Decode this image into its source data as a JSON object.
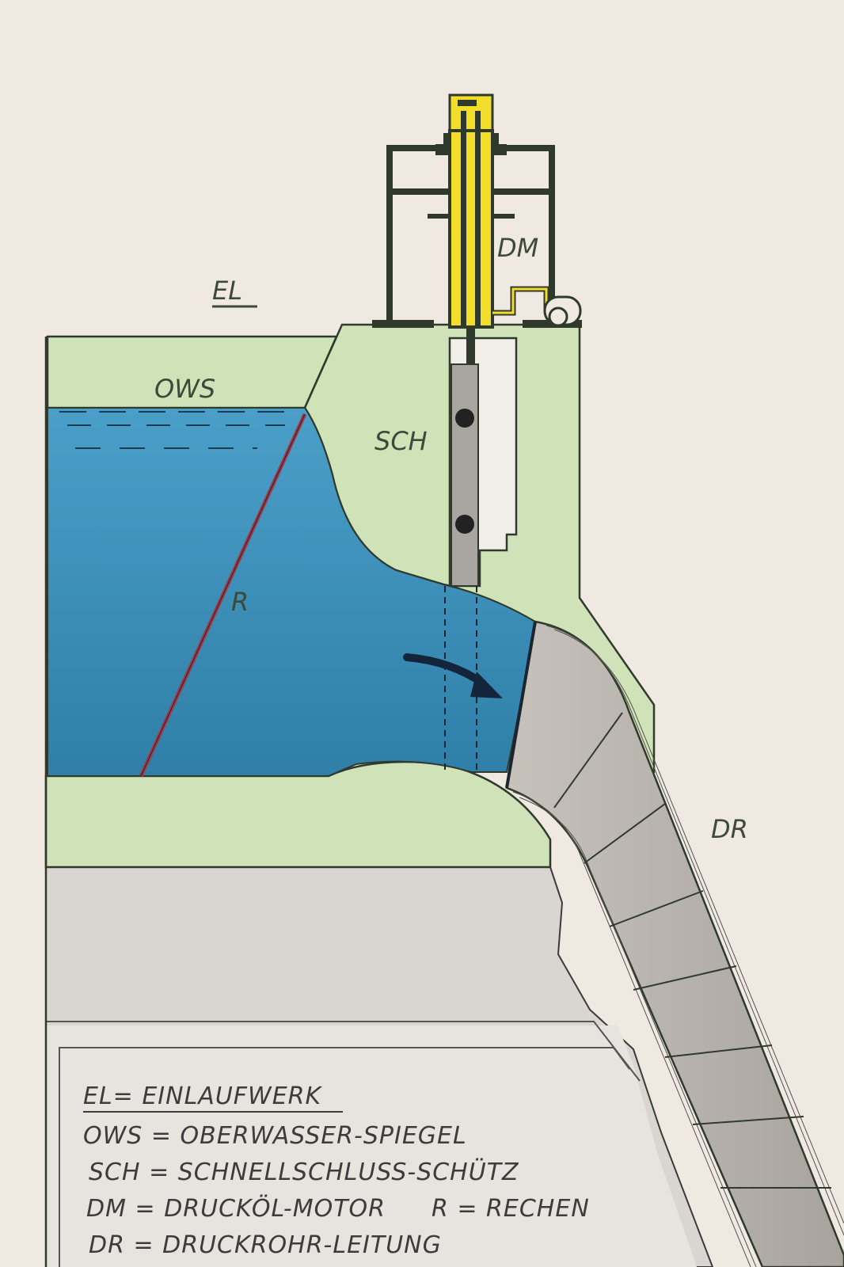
{
  "labels": {
    "el": "EL",
    "ows": "OWS",
    "sch": "SCH",
    "dm": "DM",
    "r": "R",
    "dr": "DR"
  },
  "legend": {
    "title": "EL= EINLAUFWERK",
    "lines": [
      "OWS = OBERWASSER-SPIEGEL",
      "SCH = SCHNELLSCHLUSS-SCHÜTZ",
      "DM = DRUCKÖL-MOTOR",
      "R = RECHEN",
      "DR = DRUCKROHR-LEITUNG"
    ]
  },
  "colors": {
    "paper": "#efe9e2",
    "water": "#3e93bd",
    "concrete": "#cfe2b8",
    "rock": "#d9d6d2",
    "pipe": "#b7b3ac",
    "gate": "#a9a5a0",
    "cylinder": "#f2dd2a",
    "rake": "#9b3c4c",
    "outline": "#2f3a2d"
  }
}
